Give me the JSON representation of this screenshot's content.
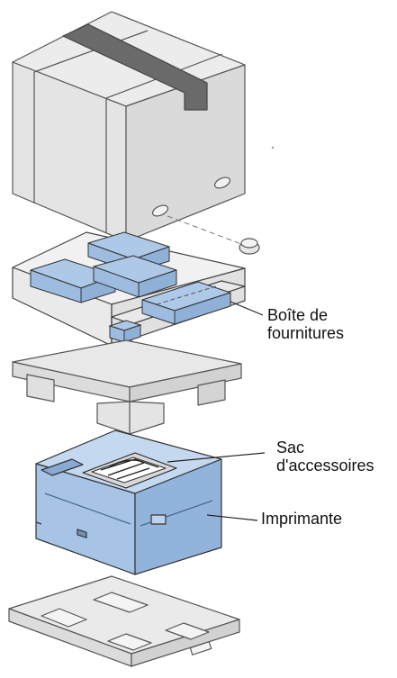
{
  "diagram": {
    "labels": {
      "supplies_box": "Boîte de\nfournitures",
      "accessories_bag": "Sac\nd'accessoires",
      "printer": "Imprimante"
    },
    "colors": {
      "packaging_gray": "#e8e8e8",
      "packaging_side": "#d9d9d9",
      "packaging_dark": "#c8c8c8",
      "outline": "#555555",
      "tape": "#6a6a6a",
      "accessory_blue": "#aec8e8",
      "printer_blue": "#a7c4e6",
      "printer_top": "#c4d8ef"
    }
  }
}
